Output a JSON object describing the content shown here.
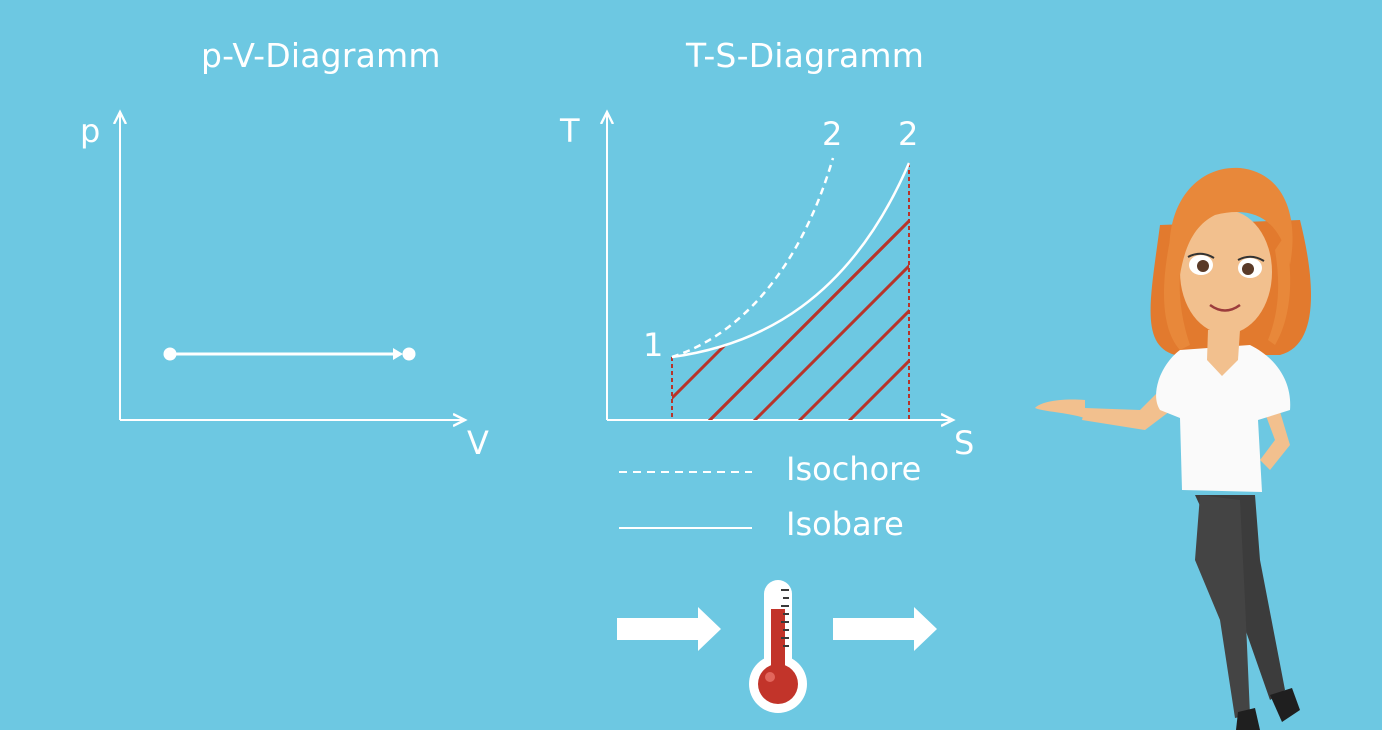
{
  "pv_diagram": {
    "title": "p-V-Diagramm",
    "y_label": "p",
    "x_label": "V"
  },
  "ts_diagram": {
    "title": "T-S-Diagramm",
    "y_label": "T",
    "x_label": "S",
    "point_start": "1",
    "point_end_isochore": "2",
    "point_end_isobar": "2"
  },
  "legend": {
    "isochore": "Isochore",
    "isobar": "Isobare"
  },
  "colors": {
    "background": "#6dc8e2",
    "line": "#ffffff",
    "hatch": "#b8342a"
  },
  "icons": [
    "thermometer-icon",
    "arrow-right-icon",
    "character-illustration"
  ]
}
